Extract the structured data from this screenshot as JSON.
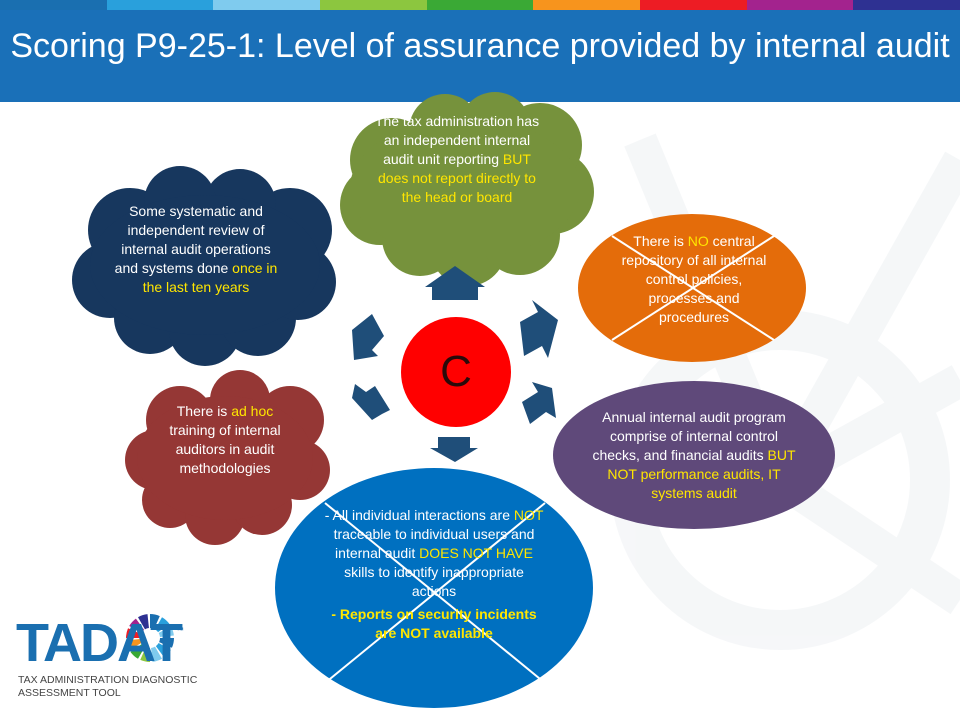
{
  "title": "Scoring P9-25-1: Level of assurance provided by internal audit",
  "center": "C",
  "nodes": {
    "top": {
      "p1": "The tax administration has an independent internal audit unit reporting ",
      "p2": "BUT does not report directly to the head or board"
    },
    "right_top": {
      "p1": "There is ",
      "p2": "NO",
      "p3": " central repository of all internal control policies, processes and procedures"
    },
    "right_bottom": {
      "p1": "Annual internal audit program comprise of internal control checks, and financial audits ",
      "p2": "BUT NOT performance audits, IT systems audit"
    },
    "bottom": {
      "p1": "-  All individual interactions are ",
      "p2": "NOT",
      "p3": " traceable to individual users and internal audit ",
      "p4": "DOES NOT HAVE",
      "p5": "  skills to identify inappropriate actions",
      "p6": "- Reports on security incidents are NOT available"
    },
    "left_bottom": {
      "p1": "There is ",
      "p2": "ad hoc",
      "p3": " training of internal auditors in audit methodologies"
    },
    "left_top": {
      "p1": "Some systematic and independent review of internal audit operations and systems done ",
      "p2": "once in the last ten years"
    }
  },
  "colors": {
    "header": "#1a70b8",
    "green_cloud": "#76923c",
    "orange": "#e46c0a",
    "purple": "#5f497a",
    "blue": "#0070c0",
    "red_cloud": "#953735",
    "navy_cloud": "#17375e",
    "center": "#ff0000",
    "arrow": "#1f4e79",
    "highlight": "#ffe600"
  },
  "stripe_colors": [
    "#1a6fb0",
    "#29a0dc",
    "#7fcbee",
    "#8cc63f",
    "#3aa935",
    "#f7941d",
    "#ed1c24",
    "#a3238e",
    "#2e3192"
  ],
  "logo": {
    "name": "TADAT",
    "tm": "™",
    "tagline_1": "TAX ADMINISTRATION DIAGNOSTIC",
    "tagline_2": "ASSESSMENT TOOL"
  }
}
